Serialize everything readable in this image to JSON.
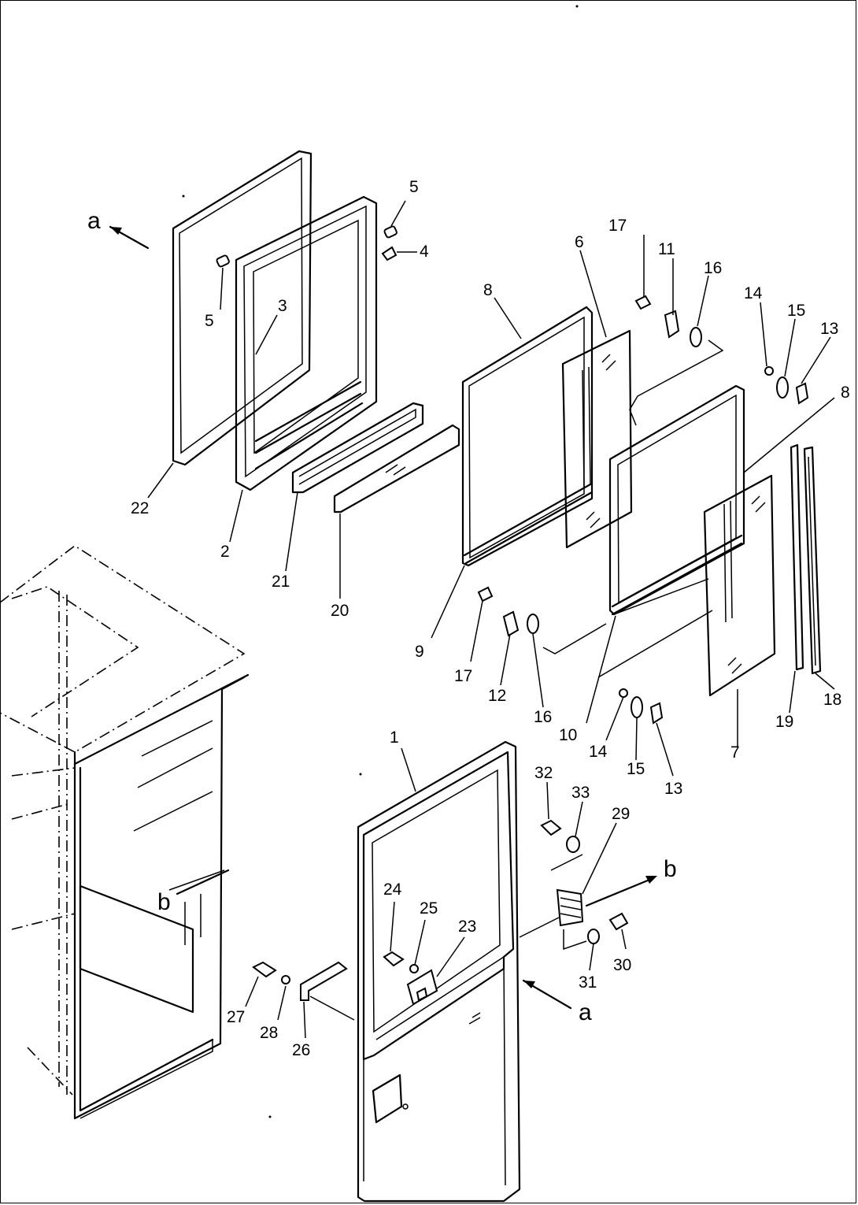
{
  "diagram": {
    "labels": {
      "p1": "1",
      "p2": "2",
      "p3": "3",
      "p4": "4",
      "p5a": "5",
      "p5b": "5",
      "p6": "6",
      "p7": "7",
      "p8a": "8",
      "p8b": "8",
      "p9": "9",
      "p10": "10",
      "p11": "11",
      "p12": "12",
      "p13a": "13",
      "p13b": "13",
      "p14a": "14",
      "p14b": "14",
      "p15a": "15",
      "p15b": "15",
      "p16a": "16",
      "p16b": "16",
      "p17a": "17",
      "p17b": "17",
      "p18": "18",
      "p19": "19",
      "p20": "20",
      "p21": "21",
      "p22": "22",
      "p23": "23",
      "p24": "24",
      "p25": "25",
      "p26": "26",
      "p27": "27",
      "p28": "28",
      "p29": "29",
      "p30": "30",
      "p31": "31",
      "p32": "32",
      "p33": "33",
      "view_a_top": "a",
      "view_a_bottom": "a",
      "view_b_left": "b",
      "view_b_right": "b"
    }
  }
}
